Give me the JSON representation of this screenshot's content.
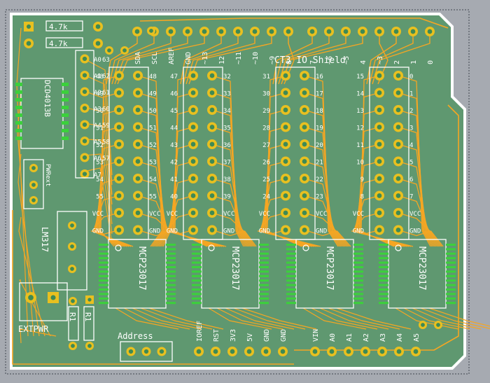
{
  "board": {
    "title": "CT3 IO Shield",
    "resistor_top": "4.7k",
    "resistor_bottom": "4.7k",
    "ic_ref_top": "DCD4013B",
    "lm317": "LM317",
    "pwr_label": "PWRext",
    "extpwr": "EXTPWR",
    "r_left": "R1",
    "r_right": "R1",
    "address": "Address",
    "chip_name": "MCP23017"
  },
  "headers": {
    "top_labels": [
      "SDA",
      "SCL",
      "AREF",
      "GND",
      "~13",
      "12",
      "~11",
      "~10",
      "~9",
      "8",
      "7",
      "~6",
      "~5",
      "4",
      "~3",
      "2",
      "1",
      "0"
    ],
    "bottom_labels": [
      "IOREF",
      "RST",
      "3V3",
      "5V",
      "GND",
      "GND",
      "VIN",
      "A0",
      "A1",
      "A2",
      "A3",
      "A4",
      "A5"
    ],
    "analog_left": [
      "A0",
      "A1",
      "A2",
      "A3",
      "A4",
      "A5",
      "A6",
      "A7"
    ],
    "analog_right": [
      "63",
      "62",
      "61",
      "60",
      "59",
      "58",
      "57",
      ""
    ]
  },
  "blocks": [
    {
      "left": [
        "48",
        "49",
        "50",
        "51",
        "52",
        "53",
        "54",
        "55",
        "VCC",
        "GND"
      ],
      "right": [
        "48",
        "49",
        "50",
        "51",
        "52",
        "53",
        "54",
        "55",
        "VCC",
        "GND"
      ]
    },
    {
      "left": [
        "47",
        "46",
        "45",
        "44",
        "43",
        "42",
        "41",
        "40",
        "VCC",
        "GND"
      ],
      "right": [
        "32",
        "33",
        "34",
        "35",
        "36",
        "37",
        "38",
        "39",
        "VCC",
        "GND"
      ]
    },
    {
      "left": [
        "31",
        "30",
        "29",
        "28",
        "27",
        "26",
        "25",
        "24",
        "VCC",
        "GND"
      ],
      "right": [
        "16",
        "17",
        "18",
        "19",
        "20",
        "21",
        "22",
        "23",
        "VCC",
        "GND"
      ]
    },
    {
      "left": [
        "15",
        "14",
        "13",
        "12",
        "11",
        "10",
        "9",
        "8",
        "VCC",
        "GND"
      ],
      "right": [
        "0",
        "1",
        "2",
        "3",
        "4",
        "5",
        "6",
        "7",
        "VCC",
        "GND"
      ]
    }
  ],
  "colors": {
    "background": "#a6aab1",
    "board": "#5f9870",
    "board_edge": "#ffffff",
    "trace": "#f5a623",
    "pad": "#e8c020",
    "pad_hole": "#3e8a55",
    "silk": "#ffffff",
    "smd_pin": "#3bd13b"
  }
}
